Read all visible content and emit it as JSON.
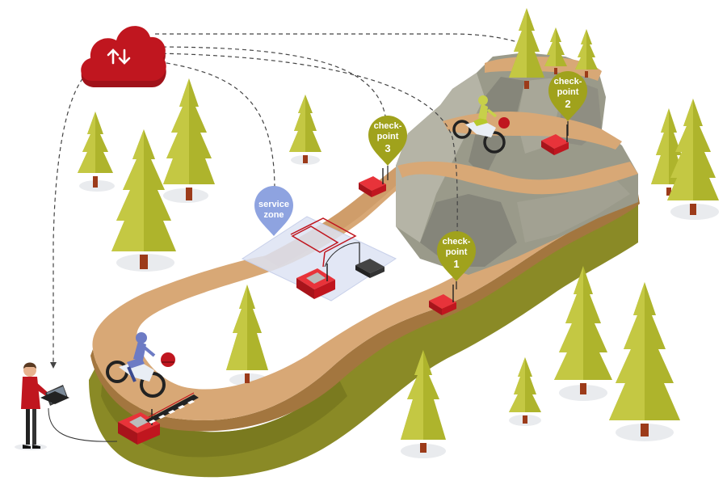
{
  "checkpoints": [
    {
      "label_line1": "check-",
      "label_line2": "point",
      "number": "1"
    },
    {
      "label_line1": "check-",
      "label_line2": "point",
      "number": "2"
    },
    {
      "label_line1": "check-",
      "label_line2": "point",
      "number": "3"
    }
  ],
  "service_zone": {
    "label_line1": "service",
    "label_line2": "zone"
  },
  "icons": {
    "cloud": "cloud-sync-icon",
    "operator": "person-with-laptop-icon",
    "timing_box": "timing-station-icon",
    "finish": "checkered-finish-line-icon"
  },
  "colors": {
    "cloud_red": "#c0161f",
    "station_red": "#d21f26",
    "pin_olive": "#a0a21c",
    "pin_blue": "#8ea3e0",
    "trail_tan": "#d8a876",
    "trail_edge": "#a3763f",
    "grass": "#8a8a26",
    "tree_green": "#aeb42c",
    "tree_dark": "#8c9320",
    "rock_grey": "#9a9a8a"
  }
}
